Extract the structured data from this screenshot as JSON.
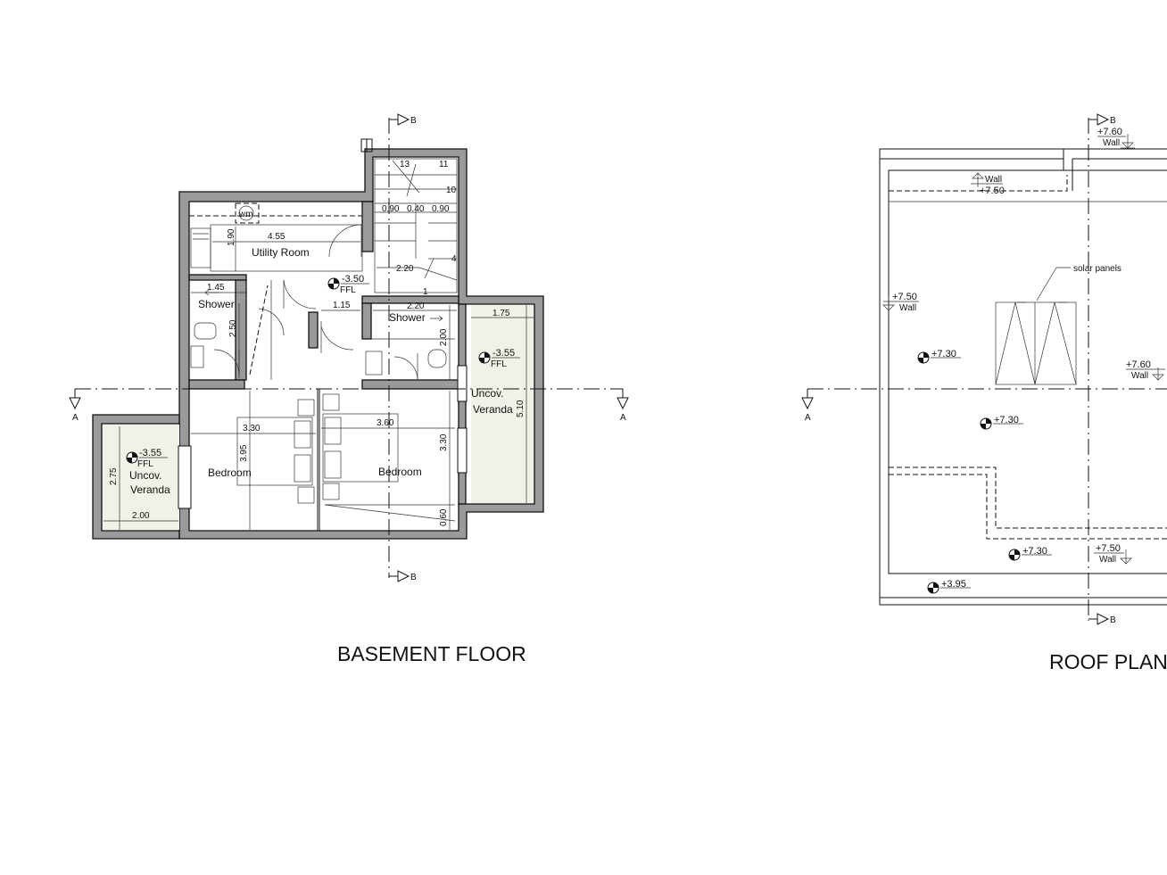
{
  "drawings": {
    "basement": {
      "title": "BASEMENT FLOOR",
      "rooms": {
        "utility": "Utility Room",
        "shower_left": "Shower",
        "shower_right": "Shower",
        "bedroom_left": "Bedroom",
        "bedroom_right": "Bedroom",
        "veranda_left_1": "Uncov.",
        "veranda_left_2": "Veranda",
        "veranda_right_1": "Uncov.",
        "veranda_right_2": "Veranda",
        "wm": "wm"
      },
      "dims": {
        "d455": "4.55",
        "d190": "1.90",
        "d145": "1.45",
        "d250": "2.50",
        "d115": "1.15",
        "d220a": "2.20",
        "d220b": "2.20",
        "d200": "2.00",
        "d090a": "0.90",
        "d040": "0.40",
        "d090b": "0.90",
        "d175": "1.75",
        "d510": "5.10",
        "d330a": "3.30",
        "d395": "3.95",
        "d360": "3.60",
        "d330b": "3.30",
        "d060": "0.60",
        "d275": "2.75",
        "d200b": "2.00"
      },
      "stairs": {
        "s13": "13",
        "s11": "11",
        "s10": "10",
        "s4": "4",
        "s1": "1"
      },
      "levels": {
        "center": "-3.50",
        "center_ffl": "FFL",
        "right": "-3.55",
        "right_ffl": "FFL",
        "left": "-3.55",
        "left_ffl": "FFL"
      },
      "section_marks": {
        "a": "A",
        "b": "B"
      }
    },
    "roof": {
      "title": "ROOF PLAN",
      "solar": "solar panels",
      "levels": {
        "top": "+7.60",
        "top_wall": "Wall",
        "wall_top": "Wall",
        "wall_top_lvl": "+7.50",
        "left": "+7.50",
        "left_wall": "Wall",
        "r1": "+7.30",
        "right": "+7.60",
        "right_wall": "Wall",
        "r2": "+7.30",
        "bottom": "+7.50",
        "bottom_wall": "Wall",
        "r3": "+7.30",
        "base": "+3.95"
      },
      "section_marks": {
        "a": "A",
        "b": "B"
      }
    }
  }
}
